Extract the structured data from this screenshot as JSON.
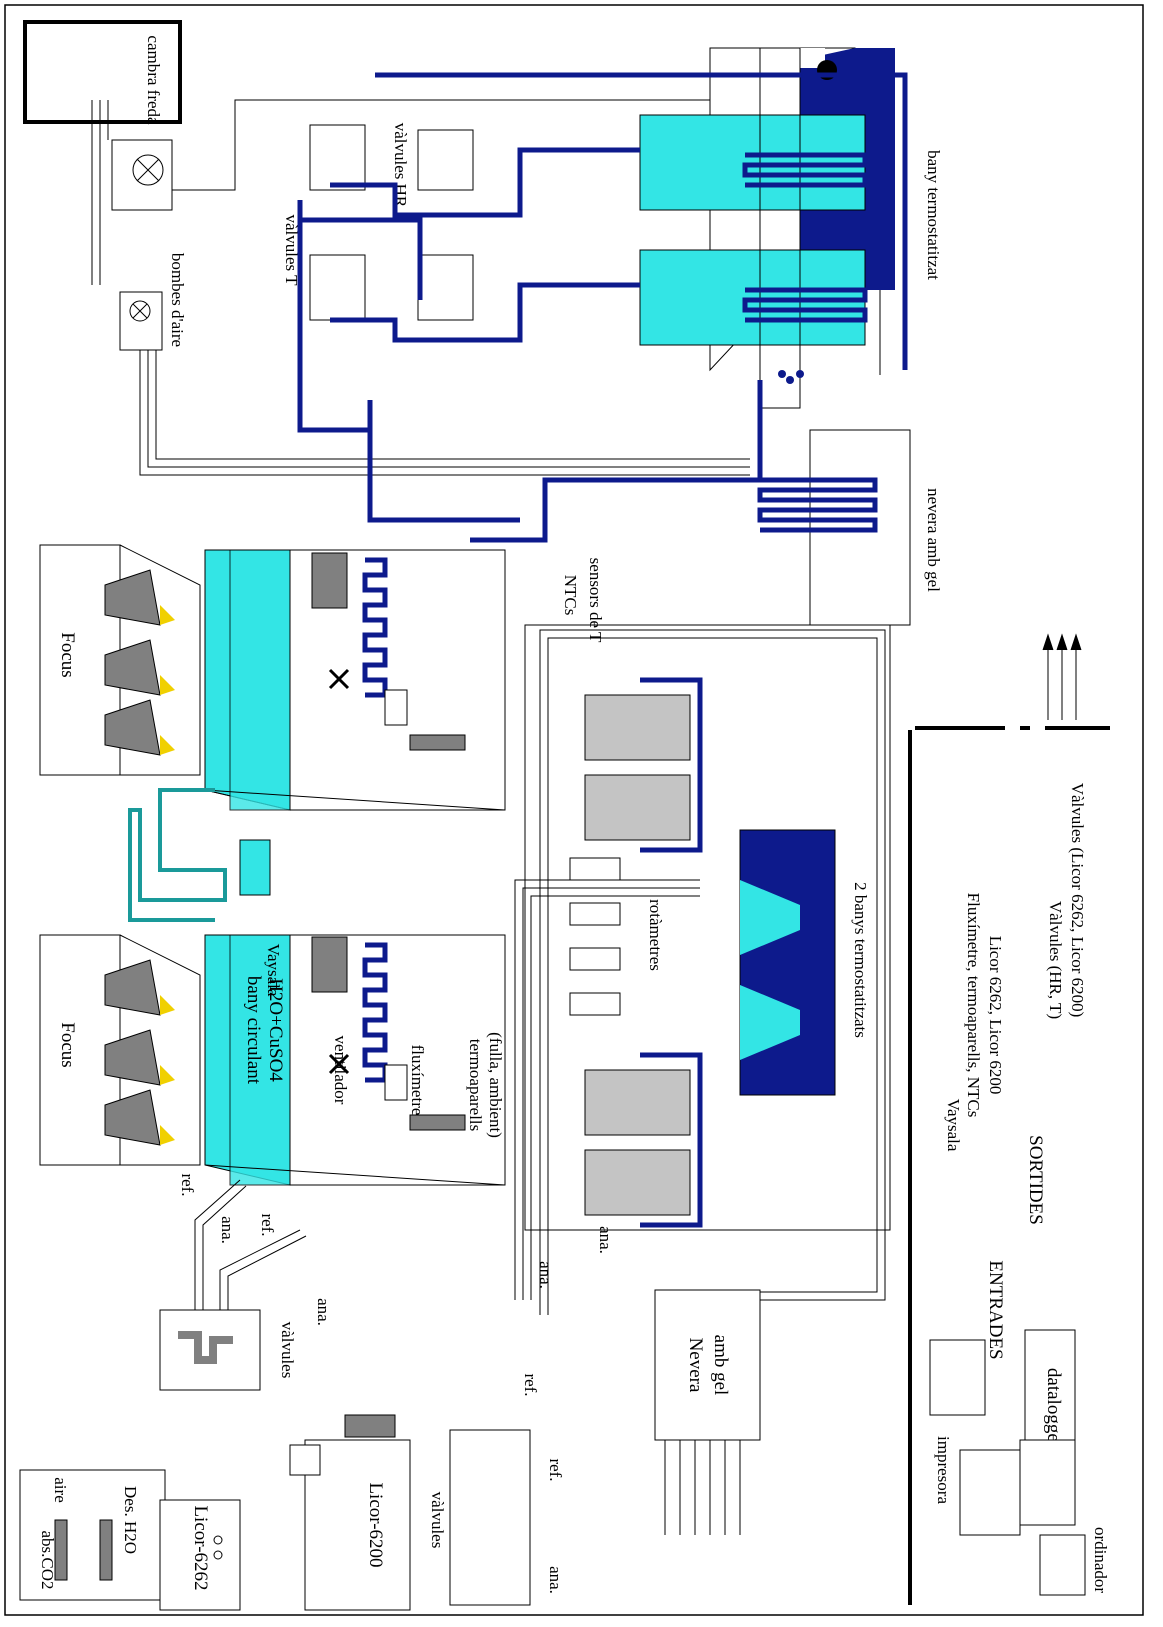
{
  "labels": {
    "cambra_freda": "cambra freda",
    "bombes_aire": "bombes d'aire",
    "valvules_t": "vàlvules T",
    "valvules_hr": "vàlvules HR",
    "bany_termostatitzat": "bany termostatitzat",
    "nevera_amb_gel_top": "nevera amb gel",
    "focus_top": "Focus",
    "focus_bottom": "Focus",
    "ntcs": "NTCs",
    "sensors_t": "sensors de T",
    "vaysala_chamber": "Vaysala",
    "bany_circulant_1": "bany circulant",
    "bany_circulant_2": "H2O+CuSO4",
    "ventilador": "ventilador",
    "fluximetre": "fluxímetre",
    "termoaparells_1": "termoaparells",
    "termoaparells_2": "(fulla, ambient)",
    "rotametres": "rotàmetres",
    "banys_termostatitzats": "2 banys termostatitzats",
    "ref_1": "ref.",
    "ana_1": "ana.",
    "ref_2": "ref.",
    "ana_2": "ana.",
    "ana_3": "ana.",
    "ana_4": "ana.",
    "ref_3": "ref.",
    "valvules_left": "vàlvules",
    "valvules_licor": "vàlvules",
    "nevera_bottom_1": "Nevera",
    "nevera_bottom_2": "amb gel",
    "aire": "aire",
    "abs_co2": "abs.CO2",
    "des_h2o": "Des. H2O",
    "licor_6262": "Licor-6262",
    "licor_6200": "Licor-6200",
    "ref_4": "ref.",
    "ana_5": "ana.",
    "entrades": "ENTRADES",
    "sortides": "SORTIDES",
    "datalogger": "datalogger",
    "in_vaysala": "Vaysala",
    "in_flux": "Fluxímetre, termoaparells, NTCs",
    "in_licor": "Licor 6262, Licor 6200",
    "out_valv_1": "Vàlvules (HR, T)",
    "out_valv_2": "Vàlvules (Licor 6262, Licor 6200)",
    "impresora": "impresora",
    "ordinador": "ordinador"
  },
  "colors": {
    "dark_blue": "#0d1a8c",
    "water_cyan": "#33e5e5",
    "lamp_grey": "#808080",
    "lamp_yellow": "#f0d000",
    "vessel_grey": "#c4c4c4"
  }
}
